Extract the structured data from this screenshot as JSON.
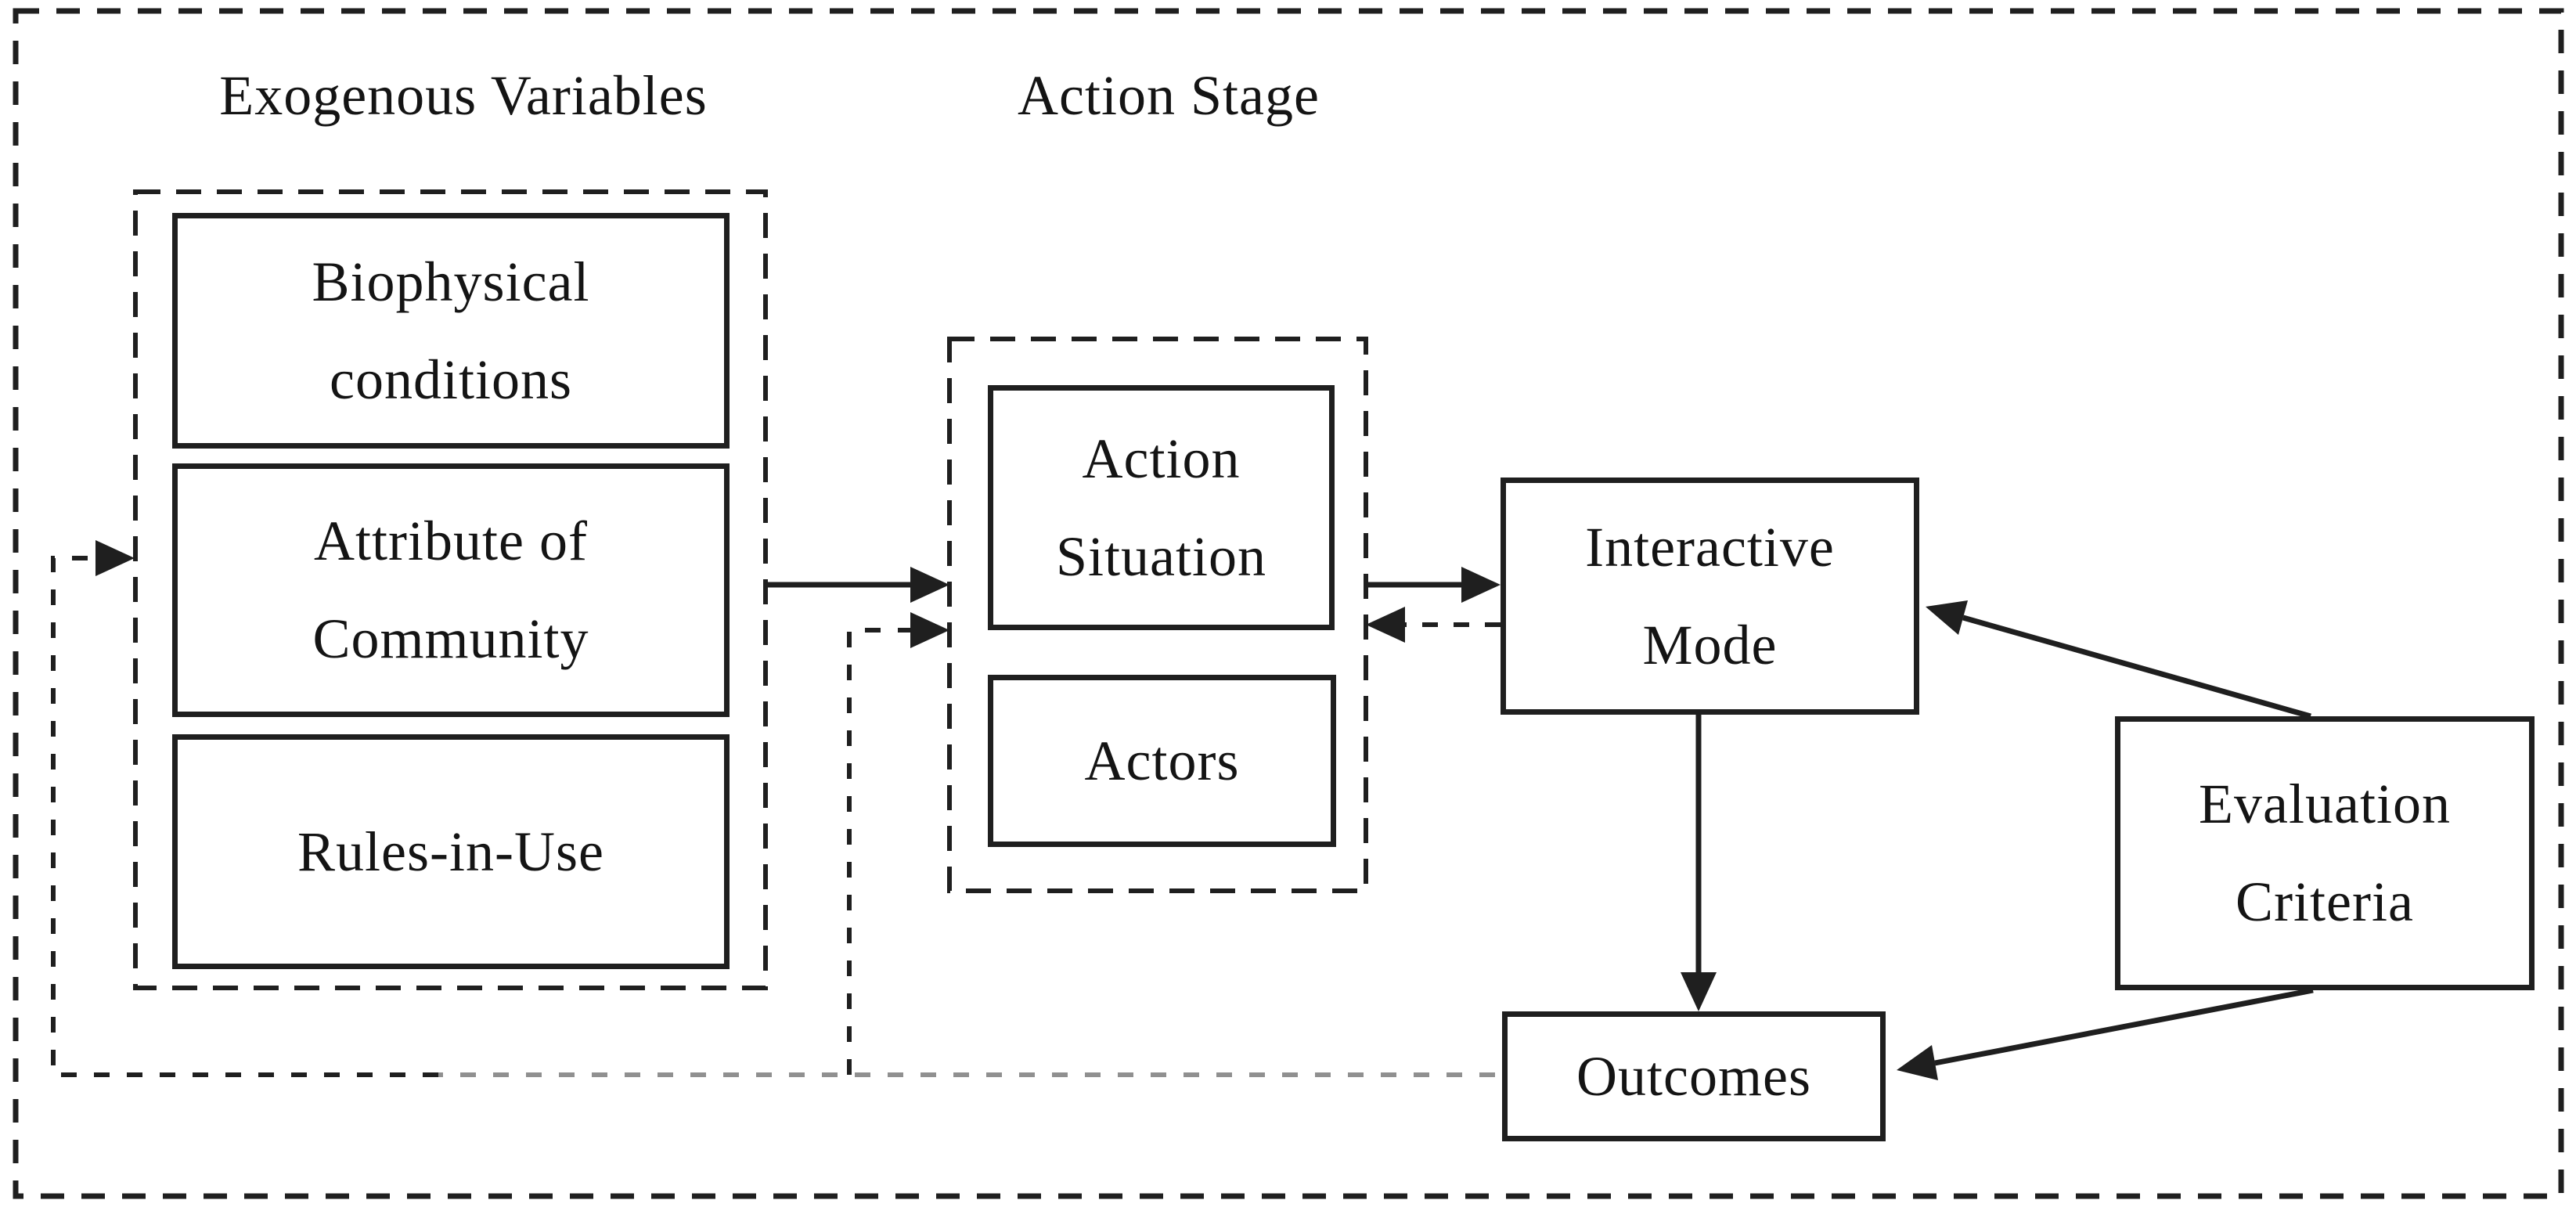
{
  "diagram": {
    "background": "#ffffff",
    "line_color": "#1f1f1f",
    "feedback_gray_color": "#909090",
    "section_labels": {
      "exogenous": "Exogenous Variables",
      "action_stage": "Action Stage"
    },
    "boxes": {
      "biophysical": {
        "line1": "Biophysical",
        "line2": "conditions"
      },
      "attribute": {
        "line1": "Attribute of",
        "line2": "Community"
      },
      "rules": {
        "line1": "Rules-in-Use"
      },
      "action_situation": {
        "line1": "Action",
        "line2": "Situation"
      },
      "actors": {
        "line1": "Actors"
      },
      "interactive_mode": {
        "line1": "Interactive",
        "line2": "Mode"
      },
      "evaluation_criteria": {
        "line1": "Evaluation",
        "line2": "Criteria"
      },
      "outcomes": {
        "line1": "Outcomes"
      }
    },
    "edges": [
      {
        "from": "exogenous-variables-group",
        "to": "action-stage-group",
        "style": "solid-arrow"
      },
      {
        "from": "action-stage-group",
        "to": "interactive-mode",
        "style": "solid-arrow"
      },
      {
        "from": "interactive-mode",
        "to": "action-stage-group",
        "style": "dashed-arrow"
      },
      {
        "from": "interactive-mode",
        "to": "outcomes",
        "style": "solid-arrow"
      },
      {
        "from": "evaluation-criteria",
        "to": "interactive-mode",
        "style": "solid-arrow"
      },
      {
        "from": "evaluation-criteria",
        "to": "outcomes",
        "style": "solid-arrow"
      },
      {
        "from": "outcomes",
        "to": "exogenous-variables-group",
        "style": "dashed-feedback-arrow"
      },
      {
        "from": "outcomes",
        "to": "action-stage-group",
        "style": "dashed-feedback-arrow"
      }
    ]
  }
}
